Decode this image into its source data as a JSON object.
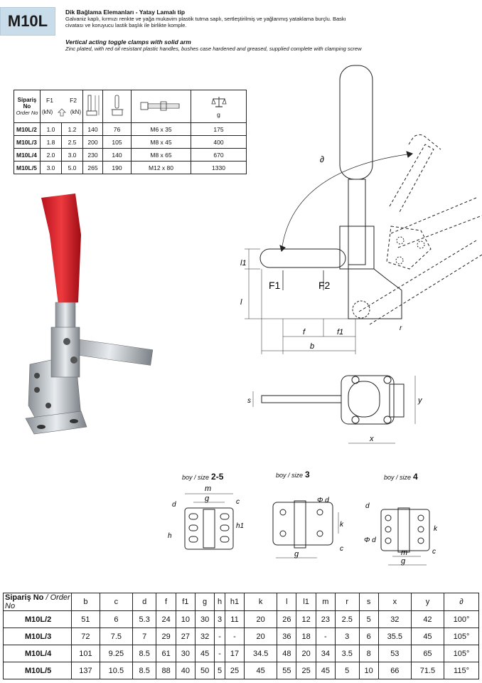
{
  "badge": "M10L",
  "header": {
    "tr_title": "Dik Bağlama Elemanları - Yatay Lamalı tip",
    "tr_desc": "Galvaniz kaplı, kırmızı renkte ve yağa mukavim plastik tutma saplı, sertleştirilmiş ve yağlanmış yataklama burçlu. Baskı civatası ve koruyucu lastik başlık ile birlikte komple.",
    "en_title": "Vertical acting toggle clamps with solid arm",
    "en_desc": "Zinc plated, with red oil resistant plastic handles, bushes case hardened and greased, supplied complete with clamping screw"
  },
  "table1": {
    "order_tr": "Sipariş No",
    "order_en": "Order No",
    "f1": "F1",
    "f2": "F2",
    "unit": "(kN)",
    "weight_unit": "g",
    "icons": [
      "clamp-height-icon",
      "clamp-arm-icon",
      "screw-icon",
      "scale-icon"
    ],
    "rows": [
      {
        "id": "M10L/2",
        "f1": "1.0",
        "f2": "1.2",
        "c3": "140",
        "c4": "76",
        "screw": "M6 x 35",
        "g": "175"
      },
      {
        "id": "M10L/3",
        "f1": "1.8",
        "f2": "2.5",
        "c3": "200",
        "c4": "105",
        "screw": "M8 x 45",
        "g": "400"
      },
      {
        "id": "M10L/4",
        "f1": "2.0",
        "f2": "3.0",
        "c3": "230",
        "c4": "140",
        "screw": "M8 x 65",
        "g": "670"
      },
      {
        "id": "M10L/5",
        "f1": "3.0",
        "f2": "5.0",
        "c3": "265",
        "c4": "190",
        "screw": "M12 x 80",
        "g": "1330"
      }
    ]
  },
  "drawing": {
    "angle": "∂",
    "labels": {
      "F1": "F1",
      "F2": "F2",
      "f": "f",
      "f1": "f1",
      "b": "b",
      "l": "l",
      "l1": "l1",
      "r": "r",
      "s": "s",
      "x": "x",
      "y": "y"
    }
  },
  "sizes": [
    {
      "prefix": "boy / ",
      "word": "size",
      "num": "2-5"
    },
    {
      "prefix": "boy / ",
      "word": "size",
      "num": "3"
    },
    {
      "prefix": "boy / ",
      "word": "size",
      "num": "4"
    }
  ],
  "small_labels": {
    "m": "m",
    "g": "g",
    "d": "d",
    "c": "c",
    "h": "h",
    "h1": "h1",
    "k": "k",
    "phi_d": "Φ d"
  },
  "table2": {
    "header_tr": "Sipariş No",
    "header_en": "/ Order No",
    "cols": [
      "b",
      "c",
      "d",
      "f",
      "f1",
      "g",
      "h",
      "h1",
      "k",
      "l",
      "l1",
      "m",
      "r",
      "s",
      "x",
      "y",
      "∂"
    ],
    "rows": [
      {
        "id": "M10L/2",
        "v": [
          "51",
          "6",
          "5.3",
          "24",
          "10",
          "30",
          "3",
          "11",
          "20",
          "26",
          "12",
          "23",
          "2.5",
          "5",
          "32",
          "42",
          "100°"
        ]
      },
      {
        "id": "M10L/3",
        "v": [
          "72",
          "7.5",
          "7",
          "29",
          "27",
          "32",
          "-",
          "-",
          "20",
          "36",
          "18",
          "-",
          "3",
          "6",
          "35.5",
          "45",
          "105°"
        ]
      },
      {
        "id": "M10L/4",
        "v": [
          "101",
          "9.25",
          "8.5",
          "61",
          "30",
          "45",
          "-",
          "17",
          "34.5",
          "48",
          "20",
          "34",
          "3.5",
          "8",
          "53",
          "65",
          "105°"
        ]
      },
      {
        "id": "M10L/5",
        "v": [
          "137",
          "10.5",
          "8.5",
          "88",
          "40",
          "50",
          "5",
          "25",
          "45",
          "55",
          "25",
          "45",
          "5",
          "10",
          "66",
          "71.5",
          "115°"
        ]
      }
    ]
  }
}
